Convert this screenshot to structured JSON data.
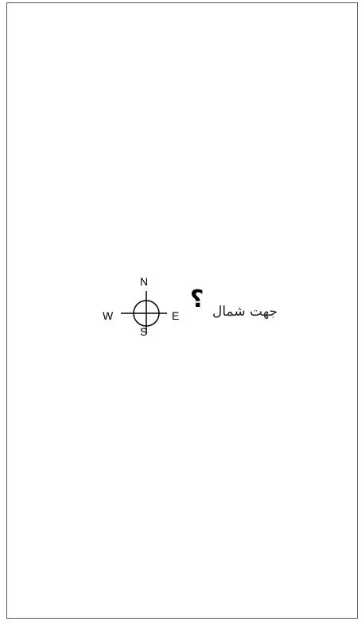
{
  "compass": {
    "north": "N",
    "south": "S",
    "west": "W",
    "east": "E"
  },
  "question_mark": "؟",
  "title": "جهت شمال",
  "colors": {
    "line": "#000000",
    "border": "#555555",
    "background": "#ffffff"
  }
}
